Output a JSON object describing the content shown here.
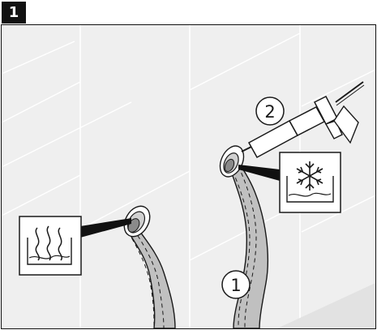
{
  "step": {
    "number": "1"
  },
  "callouts": [
    {
      "label": "1",
      "refers_to": "hose"
    },
    {
      "label": "2",
      "refers_to": "sealant-gun"
    }
  ],
  "symbols": {
    "warm_water_icon": "heat-waves-over-water-icon",
    "cold_water_icon": "snowflake-over-water-icon"
  },
  "colors": {
    "wall": "#efefef",
    "hose": "#bfbfbf",
    "line": "#1a1a1a",
    "badge": "#111111"
  }
}
